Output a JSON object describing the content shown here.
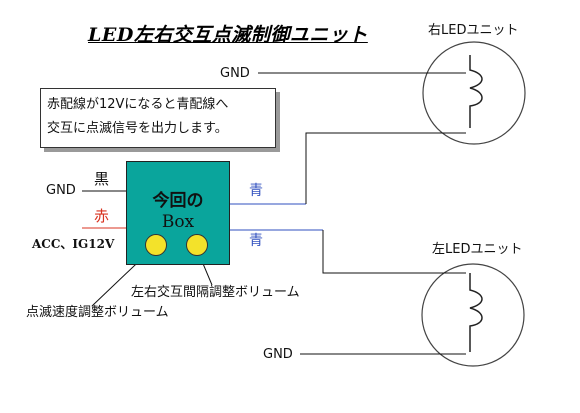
{
  "title": "LED左右交互点滅制御ユニット",
  "note": {
    "line1": "赤配線が12Vになると青配線へ",
    "line2": "交互に点滅信号を出力します。"
  },
  "box": {
    "line1": "今回の",
    "line2": "Box"
  },
  "input_wires": {
    "gnd_label": "GND",
    "black_label": "黒",
    "red_label": "赤",
    "acc_label": "ACC、IG12V"
  },
  "output_wires": {
    "blue_top_label": "青",
    "blue_bottom_label": "青"
  },
  "knobs": {
    "alternate_interval_label": "左右交互間隔調整ボリューム",
    "blink_speed_label": "点滅速度調整ボリューム"
  },
  "right_unit": {
    "title": "右LEDユニット",
    "gnd_label": "GND"
  },
  "left_unit": {
    "title": "左LEDユニット",
    "gnd_label": "GND"
  },
  "colors": {
    "box_fill": "#0aa59c",
    "knob_fill": "#f3e22a",
    "blue_wire": "#2f4fbf",
    "red_wire": "#d83320"
  }
}
